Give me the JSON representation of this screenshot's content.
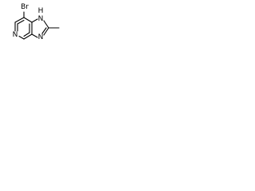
{
  "structure": {
    "atoms": {
      "bromine": "Br",
      "imidazole_nh": "H",
      "imidazole_n_top": "N",
      "imidazole_n_bottom": "N",
      "pyridine_n": "N"
    },
    "line_color": "#000000",
    "background": "#ffffff"
  }
}
